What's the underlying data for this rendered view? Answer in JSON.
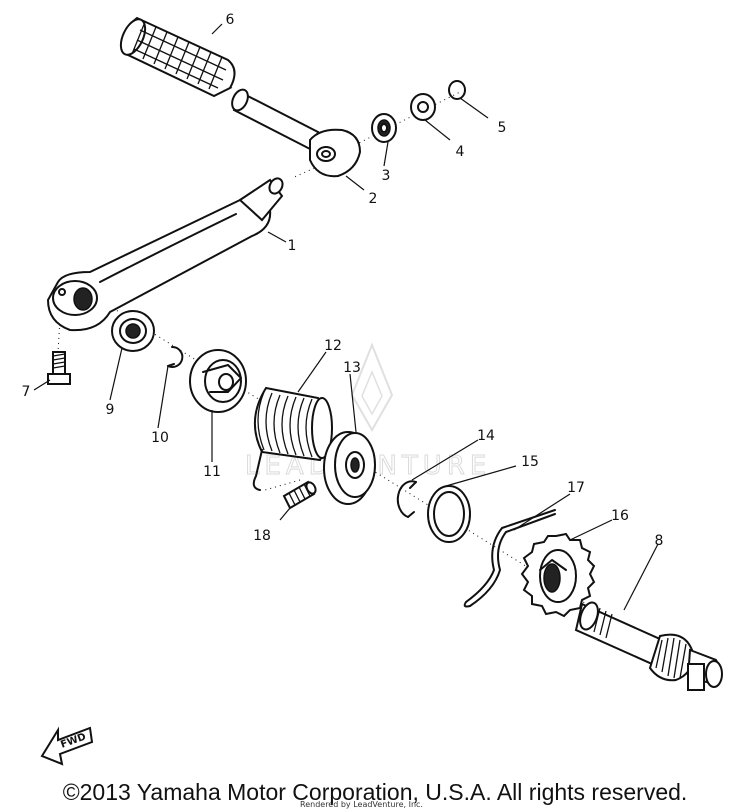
{
  "diagram": {
    "callouts": [
      {
        "id": "1",
        "text": "1"
      },
      {
        "id": "2",
        "text": "2"
      },
      {
        "id": "3",
        "text": "3"
      },
      {
        "id": "4",
        "text": "4"
      },
      {
        "id": "5",
        "text": "5"
      },
      {
        "id": "6",
        "text": "6"
      },
      {
        "id": "7",
        "text": "7"
      },
      {
        "id": "8",
        "text": "8"
      },
      {
        "id": "9",
        "text": "9"
      },
      {
        "id": "10",
        "text": "10"
      },
      {
        "id": "11",
        "text": "11"
      },
      {
        "id": "12",
        "text": "12"
      },
      {
        "id": "13",
        "text": "13"
      },
      {
        "id": "14",
        "text": "14"
      },
      {
        "id": "15",
        "text": "15"
      },
      {
        "id": "16",
        "text": "16"
      },
      {
        "id": "17",
        "text": "17"
      },
      {
        "id": "18",
        "text": "18"
      }
    ],
    "fwd_label": "FWD",
    "watermark": "LEADVENTURE"
  },
  "footer": {
    "copyright": "©2013 Yamaha Motor Corporation, U.S.A. All rights reserved.",
    "rendered_by": "Rendered by LeadVenture, Inc."
  }
}
